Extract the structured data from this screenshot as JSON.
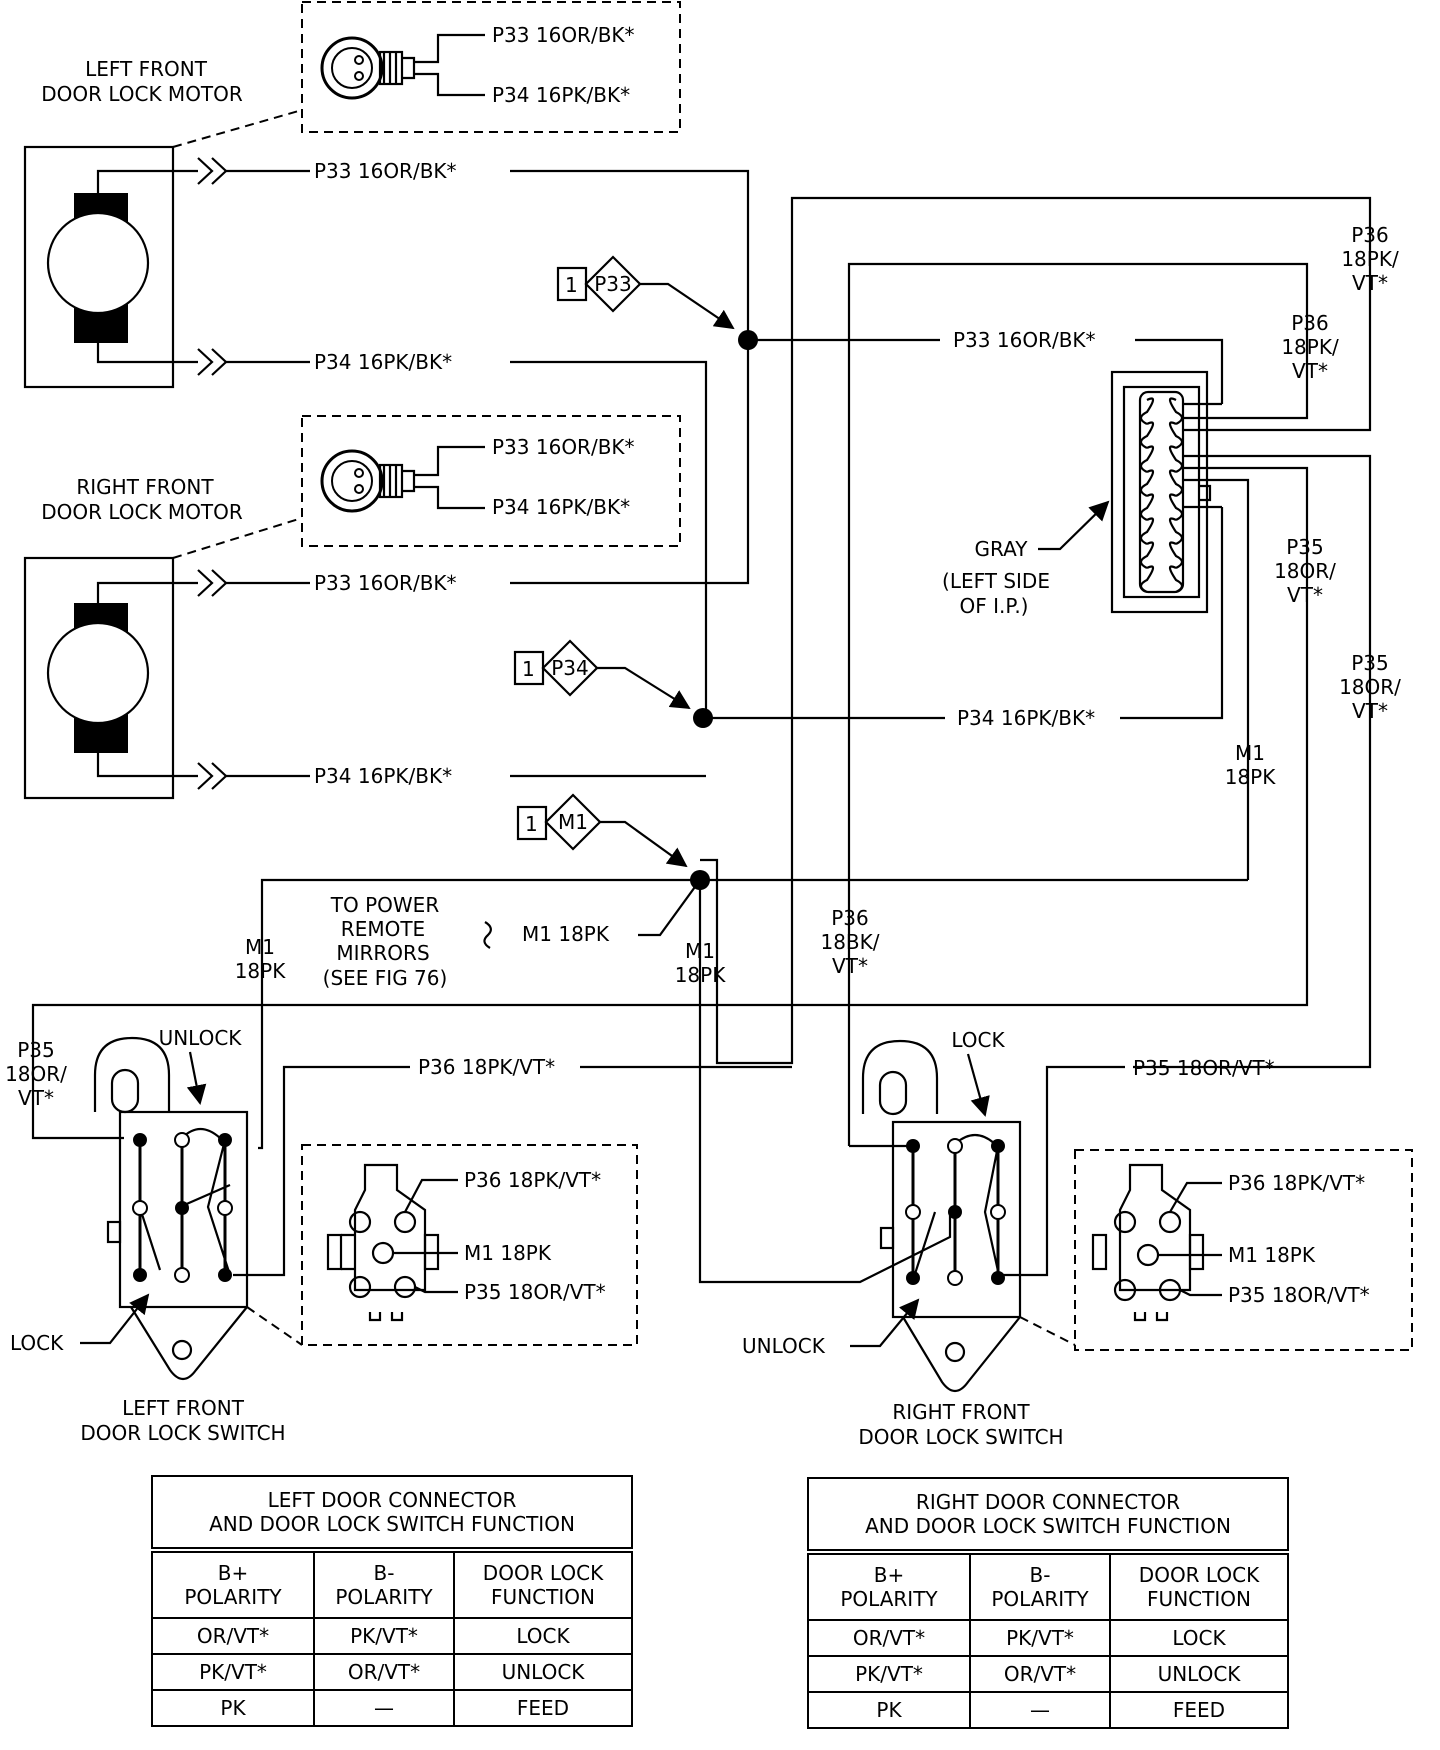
{
  "components": {
    "left_motor": [
      "LEFT FRONT",
      "DOOR LOCK MOTOR"
    ],
    "right_motor": [
      "RIGHT FRONT",
      "DOOR LOCK MOTOR"
    ],
    "left_switch": [
      "LEFT FRONT",
      "DOOR LOCK SWITCH"
    ],
    "right_switch": [
      "RIGHT FRONT",
      "DOOR LOCK SWITCH"
    ],
    "gray_connector": [
      "GRAY",
      "(LEFT SIDE",
      "OF I.P.)"
    ],
    "mirrors_note": [
      "TO POWER",
      "REMOTE",
      "MIRRORS",
      "(SEE FIG 76)"
    ]
  },
  "splices": {
    "p33": {
      "num": "1",
      "id": "P33"
    },
    "p34": {
      "num": "1",
      "id": "P34"
    },
    "m1": {
      "num": "1",
      "id": "M1"
    }
  },
  "wires": {
    "p33_orbk": "P33 16OR/BK*",
    "p34_pkbk": "P34 16PK/BK*",
    "p36_pkvt": "P36 18PK/VT*",
    "p35_orvt": "P35 18OR/VT*",
    "m1_pk": "M1 18PK",
    "p36_stack": [
      "P36",
      "18PK/",
      "VT*"
    ],
    "p36_bk_stack": [
      "P36",
      "18BK/",
      "VT*"
    ],
    "p35_stack": [
      "P35",
      "18OR/",
      "VT*"
    ],
    "m1_stack": [
      "M1",
      "18PK"
    ]
  },
  "switch_labels": {
    "lock": "LOCK",
    "unlock": "UNLOCK"
  },
  "tables": [
    {
      "title": [
        "LEFT DOOR CONNECTOR",
        "AND DOOR LOCK SWITCH FUNCTION"
      ],
      "headers": [
        [
          "B+",
          "POLARITY"
        ],
        [
          "B-",
          "POLARITY"
        ],
        [
          "DOOR LOCK",
          "FUNCTION"
        ]
      ],
      "rows": [
        [
          "OR/VT*",
          "PK/VT*",
          "LOCK"
        ],
        [
          "PK/VT*",
          "OR/VT*",
          "UNLOCK"
        ],
        [
          "PK",
          "—",
          "FEED"
        ]
      ]
    },
    {
      "title": [
        "RIGHT DOOR CONNECTOR",
        "AND DOOR LOCK SWITCH FUNCTION"
      ],
      "headers": [
        [
          "B+",
          "POLARITY"
        ],
        [
          "B-",
          "POLARITY"
        ],
        [
          "DOOR LOCK",
          "FUNCTION"
        ]
      ],
      "rows": [
        [
          "OR/VT*",
          "PK/VT*",
          "LOCK"
        ],
        [
          "PK/VT*",
          "OR/VT*",
          "UNLOCK"
        ],
        [
          "PK",
          "—",
          "FEED"
        ]
      ]
    }
  ]
}
